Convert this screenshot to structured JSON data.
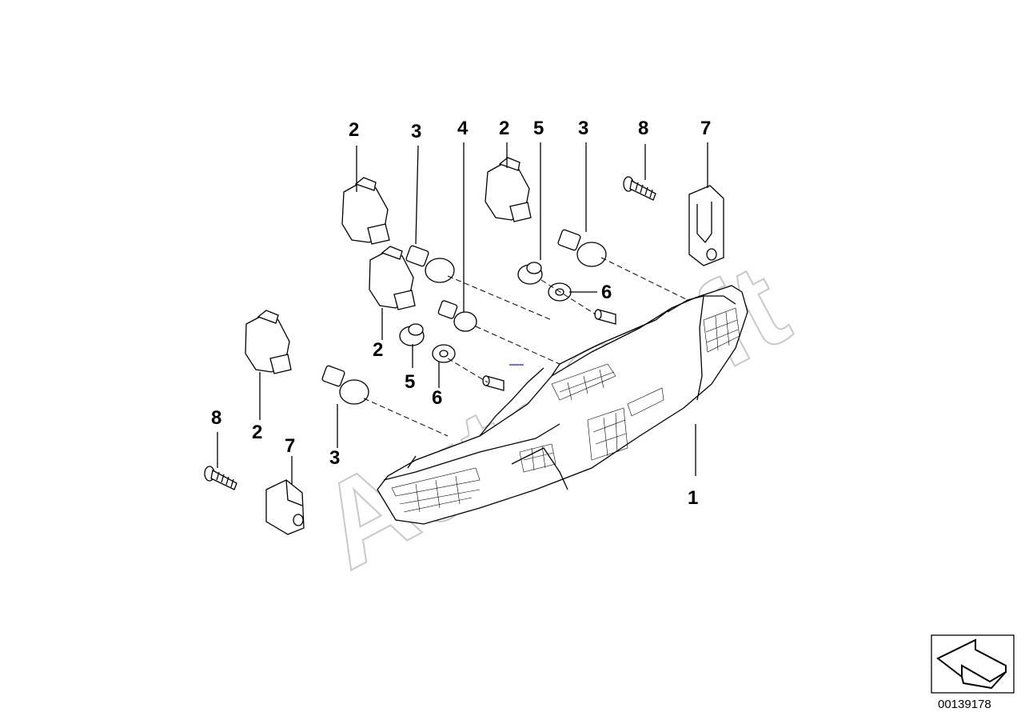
{
  "diagram": {
    "watermark": "AutoSoft",
    "callouts": [
      {
        "id": "c2a",
        "label": "2"
      },
      {
        "id": "c3a",
        "label": "3"
      },
      {
        "id": "c4",
        "label": "4"
      },
      {
        "id": "c2b",
        "label": "2"
      },
      {
        "id": "c5a",
        "label": "5"
      },
      {
        "id": "c3b",
        "label": "3"
      },
      {
        "id": "c8a",
        "label": "8"
      },
      {
        "id": "c7a",
        "label": "7"
      },
      {
        "id": "c6a",
        "label": "6"
      },
      {
        "id": "c2c",
        "label": "2"
      },
      {
        "id": "c5b",
        "label": "5"
      },
      {
        "id": "c6b",
        "label": "6"
      },
      {
        "id": "c8b",
        "label": "8"
      },
      {
        "id": "c2d",
        "label": "2"
      },
      {
        "id": "c7b",
        "label": "7"
      },
      {
        "id": "c3c",
        "label": "3"
      },
      {
        "id": "c1",
        "label": "1"
      }
    ],
    "reference_number": "00139178",
    "orientation_icon": "arrow-orientation-icon"
  }
}
